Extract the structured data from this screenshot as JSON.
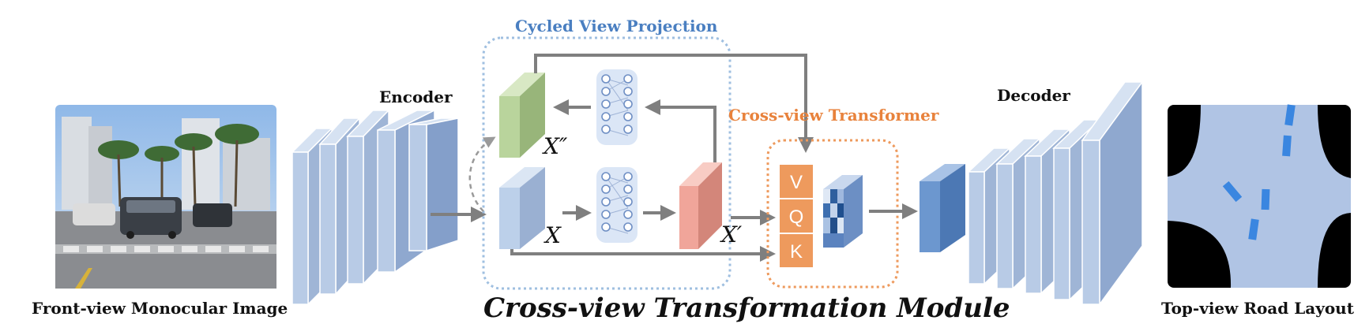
{
  "labels": {
    "input_image": "Front-view Monocular Image",
    "encoder": "Encoder",
    "decoder": "Decoder",
    "cycled_view_projection": "Cycled View Projection",
    "cross_view_transformer": "Cross-view Transformer",
    "module_title": "Cross-view Transformation Module",
    "output_layout": "Top-view Road Layout"
  },
  "symbols": {
    "x": "X",
    "x_prime": "X′",
    "x_double_prime": "X″",
    "v": "V",
    "q": "Q",
    "k": "K"
  },
  "colors": {
    "encoder_slab": "#b8cbe6",
    "decoder_slab": "#b8cbe6",
    "green_feature": "#b9d49c",
    "red_feature": "#f0a59a",
    "orange_qkv": "#ee9a5d",
    "cycled_box_border": "#9fbfe0",
    "transformer_box_border": "#ee9a5d",
    "cycled_title": "#4a7fc1",
    "transformer_title": "#e8823c",
    "road": "#b0c4e4",
    "vehicle": "#3a86e0"
  }
}
